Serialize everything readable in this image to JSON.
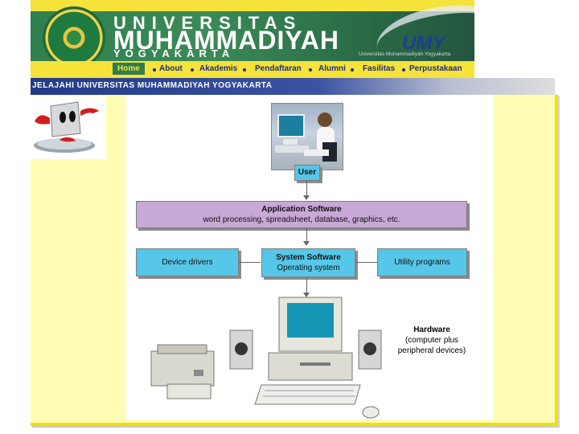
{
  "header": {
    "university_top": "UNIVERSITAS",
    "university_name": "MUHAMMADIYAH",
    "university_city": "YOGYAKARTA",
    "logo_text": "UMY",
    "logo_subtext": "Universitas Muhammadiyah Yogyakarta"
  },
  "nav": {
    "items": [
      "Home",
      "About",
      "Akademis",
      "Pendaftaran",
      "Alumni",
      "Fasilitas",
      "Perpustakaan"
    ]
  },
  "banner": {
    "title": "JELAJAHI UNIVERSITAS MUHAMMADIYAH YOGYAKARTA"
  },
  "diagram": {
    "user_label": "User",
    "application_software_title": "Application Software",
    "application_software_examples": "word processing, spreadsheet, database, graphics, etc.",
    "device_drivers_label": "Device drivers",
    "system_software_title": "System Software",
    "system_software_subtitle": "Operating system",
    "utility_programs_label": "Utility programs",
    "hardware_title": "Hardware",
    "hardware_line1": "(computer plus",
    "hardware_line2": "peripheral devices)"
  },
  "colors": {
    "header_green": "#2e7d4f",
    "accent_yellow": "#f5e23a",
    "slide_background": "#fffdb5",
    "application_box": "#c8a8d6",
    "system_box": "#56c7e8",
    "user_box": "#56c7e8"
  }
}
